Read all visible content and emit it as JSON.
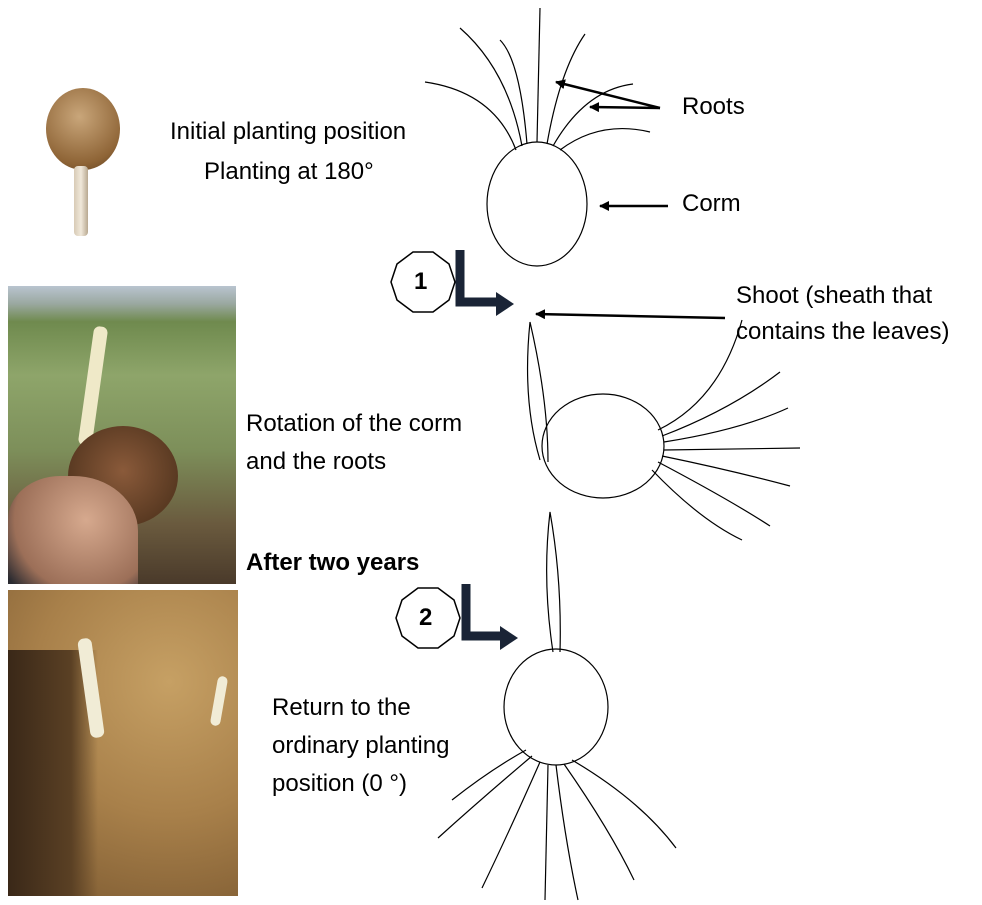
{
  "labels": {
    "initial_line1": "Initial planting position",
    "initial_line2": "Planting at 180°",
    "roots": "Roots",
    "corm": "Corm",
    "shoot_line1": "Shoot (sheath that",
    "shoot_line2": "contains the leaves)",
    "rotation_line1": "Rotation of the corm",
    "rotation_line2": "and the roots",
    "after_two_years": "After two years",
    "return_line1": "Return to the",
    "return_line2": "ordinary planting",
    "return_line3": "position (0 °)"
  },
  "steps": [
    {
      "number": "1"
    },
    {
      "number": "2"
    }
  ],
  "colors": {
    "arrow_dark": "#1a2436",
    "corm_photo": "#a07850",
    "soil": "#a8804a",
    "grass": "#7e9a5a"
  }
}
